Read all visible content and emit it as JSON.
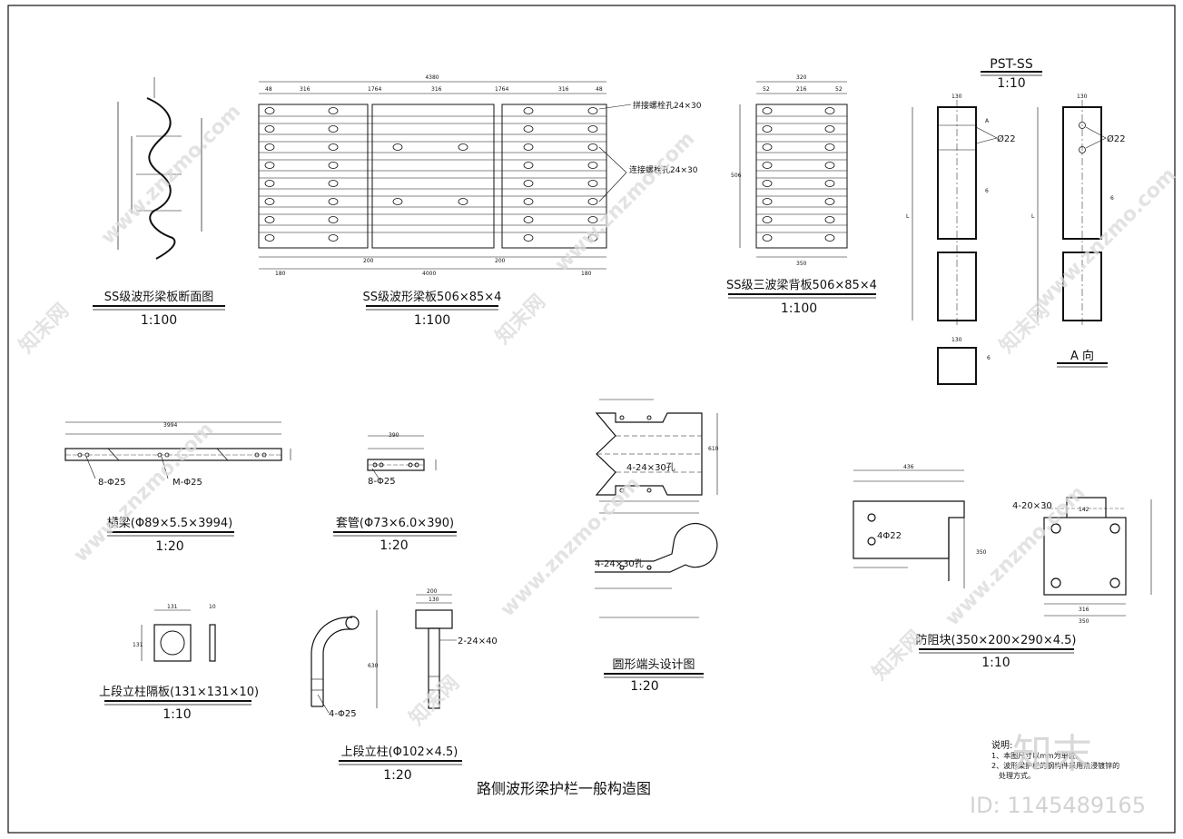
{
  "drawing_title": "路侧波形梁护栏一般构造图",
  "details": {
    "section": {
      "label": "SS级波形梁板断面图",
      "scale": "1:100"
    },
    "beam_plate": {
      "label": "SS级波形梁板506×85×4",
      "scale": "1:100",
      "dims_top": [
        "4380",
        "48",
        "316",
        "1764",
        "316",
        "1764",
        "316",
        "48"
      ],
      "dims_bottom": [
        "180",
        "200",
        "4000",
        "200",
        "180"
      ],
      "callout_splice": "拼接螺栓孔24×30",
      "callout_connect": "连接螺栓孔24×30"
    },
    "back_plate": {
      "label": "SS级三波梁背板506×85×4",
      "scale": "1:100",
      "dims": [
        "320",
        "52",
        "216",
        "52",
        "350",
        "506"
      ]
    },
    "post": {
      "title": "PST-SS",
      "scale": "1:10",
      "hole": "Ø22",
      "dim_l": "L",
      "dim_w": "130",
      "dim_t": "6",
      "view_label": "A 向",
      "a_mark": "A"
    },
    "crossbeam": {
      "label": "横梁(Φ89×5.5×3994)",
      "scale": "1:20",
      "holes_a": "8-Φ25",
      "holes_b": "M-Φ25",
      "dim_total": "3994"
    },
    "sleeve": {
      "label": "套管(Φ73×6.0×390)",
      "scale": "1:20",
      "holes": "8-Φ25",
      "dim_total": "390"
    },
    "round_end": {
      "label": "圆形端头设计图",
      "scale": "1:20",
      "holes_top": "4-24×30孔",
      "holes_bottom": "4-24×30孔",
      "dim": "610"
    },
    "block": {
      "label": "防阻块(350×200×290×4.5)",
      "scale": "1:10",
      "hole_a": "4Φ22",
      "hole_b": "4-20×30",
      "dims": [
        "436",
        "350",
        "142",
        "316",
        "350"
      ]
    },
    "spacer": {
      "label": "上段立柱隔板(131×131×10)",
      "scale": "1:10",
      "dims": [
        "131",
        "131",
        "10"
      ]
    },
    "upper_post": {
      "label": "上段立柱(Φ102×4.5)",
      "scale": "1:20",
      "holes": "4-Φ25",
      "slot": "2-24×40",
      "dims": [
        "200",
        "130",
        "630"
      ]
    }
  },
  "notes": {
    "heading": "说明:",
    "lines": [
      "1、本图尺寸以mm为单位。",
      "2、波形梁护栏的钢构件采用热浸镀锌的",
      "处理方式。"
    ]
  },
  "watermark": {
    "site": "www.znzmo.com",
    "brand": "知末网",
    "logo_text": "知末",
    "id_text": "ID: 1145489165"
  }
}
